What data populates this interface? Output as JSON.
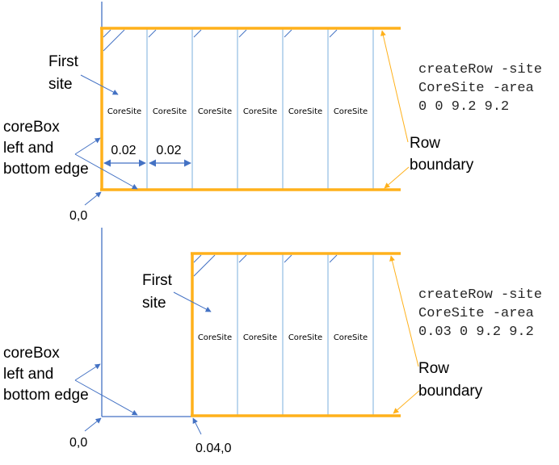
{
  "colors": {
    "row_boundary": "#FFB11B",
    "axis": "#4472C4",
    "site_divider": "#BDD7EE",
    "hatch": "#4472C4",
    "text": "#000000"
  },
  "top_diagram": {
    "first_site_label": [
      "First",
      "site"
    ],
    "corebox_label": [
      "coreBox",
      "left and",
      "bottom edge"
    ],
    "origin_label": "0,0",
    "site_label": "CoreSite",
    "site_count": 6,
    "dimension_labels": [
      "0.02",
      "0.02"
    ],
    "row_boundary_label": [
      "Row",
      "boundary"
    ],
    "command": [
      "createRow -site",
      "CoreSite -area",
      "0 0 9.2 9.2"
    ]
  },
  "bottom_diagram": {
    "first_site_label": [
      "First",
      "site"
    ],
    "corebox_label": [
      "coreBox",
      "left and",
      "bottom edge"
    ],
    "origin_label": "0,0",
    "row_origin_label": "0.04,0",
    "site_label": "CoreSite",
    "site_count": 4,
    "row_boundary_label": [
      "Row",
      "boundary"
    ],
    "command": [
      "createRow -site",
      "CoreSite -area",
      "0.03 0 9.2 9.2"
    ]
  }
}
